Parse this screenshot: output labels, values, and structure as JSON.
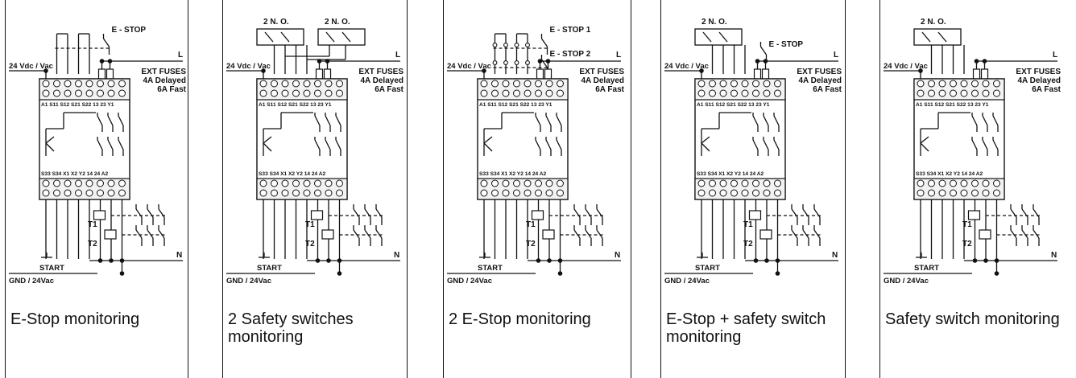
{
  "labels": {
    "supply": "24 Vdc / Vac",
    "line": "L",
    "neutral": "N",
    "ground": "GND / 24Vac",
    "start": "START",
    "t1": "T1",
    "t2": "T2",
    "fuses_1": "EXT FUSES",
    "fuses_2": "4A Delayed",
    "fuses_3": "6A Fast",
    "term_top": "A1 S11 S12 S21 S22 13 23 Y1",
    "term_bot": "S33 S34 X1 X2 Y2 14 24 A2"
  },
  "panels": [
    {
      "caption": "E-Stop monitoring",
      "top1": "E - STOP",
      "top2": ""
    },
    {
      "caption": "2 Safety switches monitoring",
      "top1": "2 N. O.",
      "top2": "2 N. O."
    },
    {
      "caption": "2 E-Stop monitoring",
      "top1": "E - STOP 1",
      "top2": "E - STOP 2"
    },
    {
      "caption": "E-Stop + safety switch monitoring",
      "top1": "2 N. O.",
      "top2": "E - STOP"
    },
    {
      "caption": "Safety switch monitoring",
      "top1": "2 N. O.",
      "top2": ""
    }
  ]
}
